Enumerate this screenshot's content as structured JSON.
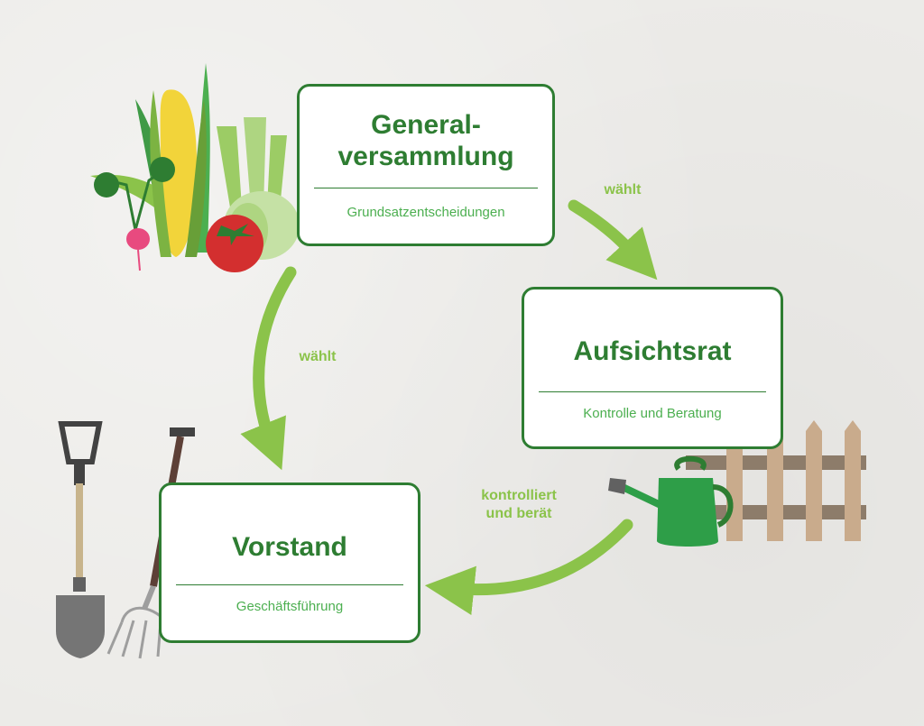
{
  "nodes": {
    "general": {
      "title_line1": "General-",
      "title_line2": "versammlung",
      "subtitle": "Grundsatzentscheidungen"
    },
    "aufsicht": {
      "title": "Aufsichtsrat",
      "subtitle": "Kontrolle und Beratung"
    },
    "vorstand": {
      "title": "Vorstand",
      "subtitle": "Geschäftsführung"
    }
  },
  "edges": {
    "general_to_aufsicht": "wählt",
    "general_to_vorstand": "wählt",
    "aufsicht_to_vorstand_line1": "kontrolliert",
    "aufsicht_to_vorstand_line2": "und berät"
  },
  "colors": {
    "node_border": "#2e7d32",
    "node_title": "#2e7d32",
    "subtitle": "#4caf50",
    "arrow": "#8bc34a",
    "background": "#ecebe8"
  },
  "decorations": [
    "vegetables-icon",
    "corn-icon",
    "fennel-icon",
    "tomato-icon",
    "radish-icon",
    "spade-icon",
    "pitchfork-icon",
    "watering-can-icon",
    "fence-icon"
  ]
}
